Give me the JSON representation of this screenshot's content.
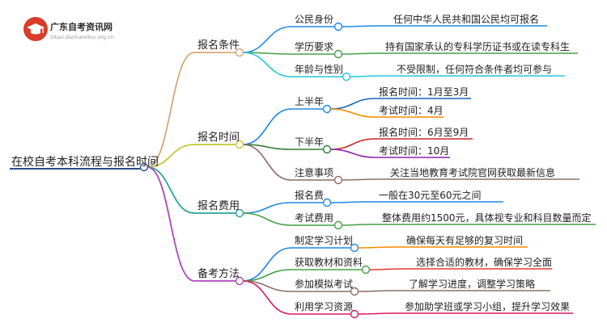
{
  "logo": {
    "name": "广东自考资讯网",
    "url": "zikao.danluexilou.org.cn"
  },
  "root": "在校自考本科流程与报名时间",
  "branches": [
    {
      "label": "报名条件",
      "color": "#d9a77a",
      "children": [
        {
          "label": "公民身份",
          "color": "#1e88e5",
          "note": "任何中华人民共和国公民均可报名",
          "noteColor": "#1e88e5"
        },
        {
          "label": "学历要求",
          "color": "#43a047",
          "note": "持有国家承认的专科学历证书或在读专科生",
          "noteColor": "#43a047"
        },
        {
          "label": "年龄与性别",
          "color": "#26c6da",
          "note": "不受限制，任何符合条件者均可参与",
          "noteColor": "#26c6da"
        }
      ]
    },
    {
      "label": "报名时间",
      "color": "#c0ca33",
      "children": [
        {
          "label": "上半年",
          "color": "#1e88e5",
          "items": [
            {
              "label": "报名时间：1月至3月",
              "color": "#1565c0"
            },
            {
              "label": "考试时间：4月",
              "color": "#fb8c00"
            }
          ]
        },
        {
          "label": "下半年",
          "color": "#2e7d32",
          "items": [
            {
              "label": "报名时间：6月至9月",
              "color": "#c62828"
            },
            {
              "label": "考试时间：10月",
              "color": "#8e24aa"
            }
          ]
        },
        {
          "label": "注意事项",
          "color": "#8d6e63",
          "note": "关注当地教育考试院官网获取最新信息",
          "noteColor": "#8d6e63"
        }
      ]
    },
    {
      "label": "报名费用",
      "color": "#26a69a",
      "children": [
        {
          "label": "报名费",
          "color": "#1e88e5",
          "note": "一般在30元至60元之间",
          "noteColor": "#1e88e5"
        },
        {
          "label": "考试费用",
          "color": "#43a047",
          "note": "整体费用约1500元，具体视专业和科目数量而定",
          "noteColor": "#43a047"
        }
      ]
    },
    {
      "label": "备考方法",
      "color": "#ab47bc",
      "children": [
        {
          "label": "制定学习计划",
          "color": "#1e88e5",
          "note": "确保每天有足够的复习时间",
          "noteColor": "#fb8c00"
        },
        {
          "label": "获取教材和资料",
          "color": "#43a047",
          "note": "选择合适的教材，确保学习全面",
          "noteColor": "#e53935"
        },
        {
          "label": "参加模拟考试",
          "color": "#8d6e63",
          "note": "了解学习进度，调整学习策略",
          "noteColor": "#8d6e63"
        },
        {
          "label": "利用学习资源",
          "color": "#d81b60",
          "note": "参加助学班或学习小组，提升学习效果",
          "noteColor": "#d81b60"
        }
      ]
    }
  ],
  "colors": {
    "root": "#2a4a8a",
    "logo_red": "#d93d2a"
  }
}
